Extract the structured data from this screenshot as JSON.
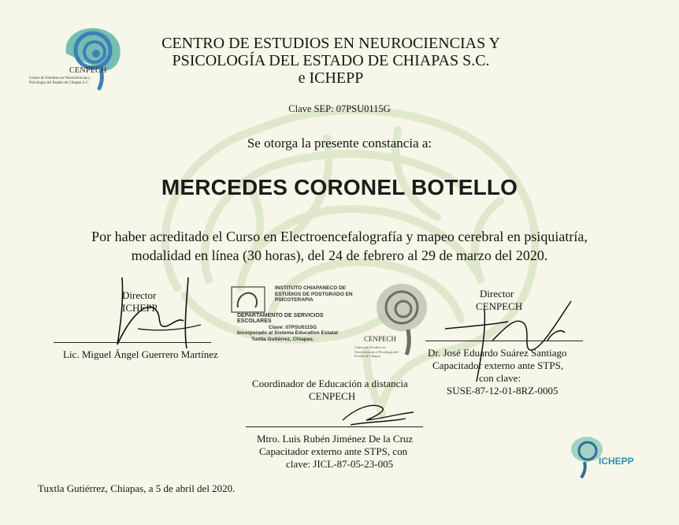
{
  "header": {
    "line1": "CENTRO DE ESTUDIOS EN NEUROCIENCIAS Y",
    "line2": "PSICOLOGÍA DEL ESTADO DE CHIAPAS S.C.",
    "line3": "e ICHEPP",
    "clave": "Clave SEP: 07PSU0115G"
  },
  "logos": {
    "cenpech_name": "CENPECH",
    "cenpech_tagline": "Centro de Estudios en Neurociencias y Psicología del Estado de Chiapas S.C.",
    "ichepp_name": "ICHEPP"
  },
  "certificate": {
    "intro": "Se otorga la presente constancia a:",
    "recipient": "MERCEDES CORONEL BOTELLO",
    "body_line1": "Por haber acreditado el Curso en Electroencefalografía y mapeo cerebral en psiquiatría,",
    "body_line2": "modalidad en línea (30 horas), del 24 de febrero al 29 de marzo del 2020."
  },
  "signatories": {
    "left": {
      "role": "Director",
      "org": "ICHEPP",
      "name": "Lic. Miguel Ángel Guerrero Martínez"
    },
    "right": {
      "role": "Director",
      "org": "CENPECH",
      "name": "Dr. José Eduardo Suárez Santiago",
      "detail1": "Capacitador externo ante STPS,",
      "detail2": "con clave:",
      "detail3": "SUSE-87-12-01-8RZ-0005"
    },
    "center": {
      "role": "Coordinador de Educación a distancia",
      "org": "CENPECH",
      "name": "Mtro. Luis Rubén Jiménez De la Cruz",
      "detail1": "Capacitador externo ante STPS, con",
      "detail2": "clave: JICL-87-05-23-005"
    }
  },
  "stamps": {
    "sep_line1": "INSTITUTO CHIAPANECO DE ESTUDIOS DE POSTGRADO EN PSICOTERAPIA",
    "sep_line2": "DEPARTAMENTO DE SERVICIOS ESCOLARES",
    "sep_line3": "Clave: 07PSU0115G",
    "sep_line4": "Incorporado al Sistema Educativo Estatal",
    "sep_line5": "Tuxtla Gutiérrez, Chiapas.",
    "cenpech_name": "CENPECH",
    "cenpech_tag": "Centro de Estudios en Neurociencias y Psicología del Estado de Chiapas"
  },
  "footer": {
    "place_date": "Tuxtla Gutiérrez, Chiapas, a 5 de abril del 2020."
  },
  "colors": {
    "paper": "#f6f7e8",
    "logo_blue": "#3d7fb8",
    "logo_teal": "#5fb3a8",
    "watermark_green": "#e3ecd2"
  }
}
